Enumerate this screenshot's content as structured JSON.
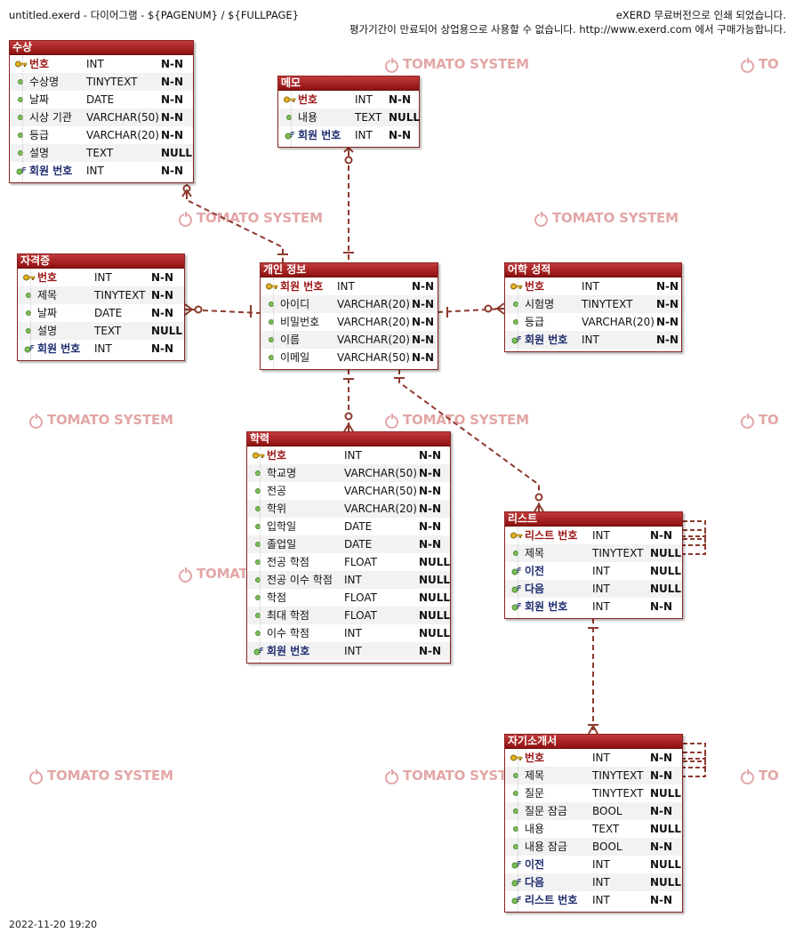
{
  "header": {
    "left": "untitled.exerd - 다이어그램 - ${PAGENUM} / ${FULLPAGE}",
    "right_line1": "eXERD 무료버전으로 인쇄 되었습니다.",
    "right_line2": "평가기간이 만료되어 상업용으로 사용할 수 없습니다. http://www.exerd.com 에서 구매가능합니다."
  },
  "footer": {
    "timestamp": "2022-11-20 19:20"
  },
  "watermark": {
    "text": "TOMATO SYSTEM",
    "clipped_text": "TOMATO SYSTE",
    "partial_text": "TOMATO",
    "edge_text": "TO"
  },
  "colors": {
    "title_bar": "#9c1c1c",
    "relation_line": "#8e3a2e",
    "watermark": "#e3a6a6"
  },
  "tables": {
    "award": {
      "title": "수상",
      "columns": [
        {
          "name": "번호",
          "type": "INT",
          "null": "N-N",
          "icon": "primary-key"
        },
        {
          "name": "수상명",
          "type": "TINYTEXT",
          "null": "N-N",
          "icon": "column"
        },
        {
          "name": "날짜",
          "type": "DATE",
          "null": "N-N",
          "icon": "column"
        },
        {
          "name": "시상 기관",
          "type": "VARCHAR(50)",
          "null": "N-N",
          "icon": "column"
        },
        {
          "name": "등급",
          "type": "VARCHAR(20)",
          "null": "N-N",
          "icon": "column"
        },
        {
          "name": "설명",
          "type": "TEXT",
          "null": "NULL",
          "icon": "column"
        },
        {
          "name": "회원 번호",
          "type": "INT",
          "null": "N-N",
          "icon": "foreign-key"
        }
      ]
    },
    "memo": {
      "title": "메모",
      "columns": [
        {
          "name": "번호",
          "type": "INT",
          "null": "N-N",
          "icon": "primary-key"
        },
        {
          "name": "내용",
          "type": "TEXT",
          "null": "NULL",
          "icon": "column"
        },
        {
          "name": "회원 번호",
          "type": "INT",
          "null": "N-N",
          "icon": "foreign-key"
        }
      ]
    },
    "certificate": {
      "title": "자격증",
      "columns": [
        {
          "name": "번호",
          "type": "INT",
          "null": "N-N",
          "icon": "primary-key"
        },
        {
          "name": "제목",
          "type": "TINYTEXT",
          "null": "N-N",
          "icon": "column"
        },
        {
          "name": "날짜",
          "type": "DATE",
          "null": "N-N",
          "icon": "column"
        },
        {
          "name": "설명",
          "type": "TEXT",
          "null": "NULL",
          "icon": "column"
        },
        {
          "name": "회원 번호",
          "type": "INT",
          "null": "N-N",
          "icon": "foreign-key"
        }
      ]
    },
    "personal": {
      "title": "개인 정보",
      "columns": [
        {
          "name": "회원 번호",
          "type": "INT",
          "null": "N-N",
          "icon": "primary-key"
        },
        {
          "name": "아이디",
          "type": "VARCHAR(20)",
          "null": "N-N",
          "icon": "column"
        },
        {
          "name": "비밀번호",
          "type": "VARCHAR(20)",
          "null": "N-N",
          "icon": "column"
        },
        {
          "name": "이름",
          "type": "VARCHAR(20)",
          "null": "N-N",
          "icon": "column"
        },
        {
          "name": "이메일",
          "type": "VARCHAR(50)",
          "null": "N-N",
          "icon": "column"
        }
      ]
    },
    "language": {
      "title": "어학 성적",
      "columns": [
        {
          "name": "번호",
          "type": "INT",
          "null": "N-N",
          "icon": "primary-key"
        },
        {
          "name": "시험명",
          "type": "TINYTEXT",
          "null": "N-N",
          "icon": "column"
        },
        {
          "name": "등급",
          "type": "VARCHAR(20)",
          "null": "N-N",
          "icon": "column"
        },
        {
          "name": "회원 번호",
          "type": "INT",
          "null": "N-N",
          "icon": "foreign-key"
        }
      ]
    },
    "education": {
      "title": "학력",
      "columns": [
        {
          "name": "번호",
          "type": "INT",
          "null": "N-N",
          "icon": "primary-key"
        },
        {
          "name": "학교명",
          "type": "VARCHAR(50)",
          "null": "N-N",
          "icon": "column"
        },
        {
          "name": "전공",
          "type": "VARCHAR(50)",
          "null": "N-N",
          "icon": "column"
        },
        {
          "name": "학위",
          "type": "VARCHAR(20)",
          "null": "N-N",
          "icon": "column"
        },
        {
          "name": "입학일",
          "type": "DATE",
          "null": "N-N",
          "icon": "column"
        },
        {
          "name": "졸업일",
          "type": "DATE",
          "null": "N-N",
          "icon": "column"
        },
        {
          "name": "전공 학점",
          "type": "FLOAT",
          "null": "NULL",
          "icon": "column"
        },
        {
          "name": "전공 이수 학점",
          "type": "INT",
          "null": "NULL",
          "icon": "column"
        },
        {
          "name": "학점",
          "type": "FLOAT",
          "null": "NULL",
          "icon": "column"
        },
        {
          "name": "최대 학점",
          "type": "FLOAT",
          "null": "NULL",
          "icon": "column"
        },
        {
          "name": "이수 학점",
          "type": "INT",
          "null": "NULL",
          "icon": "column"
        },
        {
          "name": "회원 번호",
          "type": "INT",
          "null": "N-N",
          "icon": "foreign-key"
        }
      ]
    },
    "list": {
      "title": "리스트",
      "columns": [
        {
          "name": "리스트 번호",
          "type": "INT",
          "null": "N-N",
          "icon": "primary-key"
        },
        {
          "name": "제목",
          "type": "TINYTEXT",
          "null": "NULL",
          "icon": "column"
        },
        {
          "name": "이전",
          "type": "INT",
          "null": "NULL",
          "icon": "foreign-key"
        },
        {
          "name": "다음",
          "type": "INT",
          "null": "NULL",
          "icon": "foreign-key"
        },
        {
          "name": "회원 번호",
          "type": "INT",
          "null": "N-N",
          "icon": "foreign-key"
        }
      ]
    },
    "intro": {
      "title": "자기소개서",
      "columns": [
        {
          "name": "번호",
          "type": "INT",
          "null": "N-N",
          "icon": "primary-key"
        },
        {
          "name": "제목",
          "type": "TINYTEXT",
          "null": "N-N",
          "icon": "column"
        },
        {
          "name": "질문",
          "type": "TINYTEXT",
          "null": "NULL",
          "icon": "column"
        },
        {
          "name": "질문 잠금",
          "type": "BOOL",
          "null": "N-N",
          "icon": "column"
        },
        {
          "name": "내용",
          "type": "TEXT",
          "null": "NULL",
          "icon": "column"
        },
        {
          "name": "내용 잠금",
          "type": "BOOL",
          "null": "N-N",
          "icon": "column"
        },
        {
          "name": "이전",
          "type": "INT",
          "null": "NULL",
          "icon": "foreign-key"
        },
        {
          "name": "다음",
          "type": "INT",
          "null": "NULL",
          "icon": "foreign-key"
        },
        {
          "name": "리스트 번호",
          "type": "INT",
          "null": "N-N",
          "icon": "foreign-key"
        }
      ]
    }
  }
}
